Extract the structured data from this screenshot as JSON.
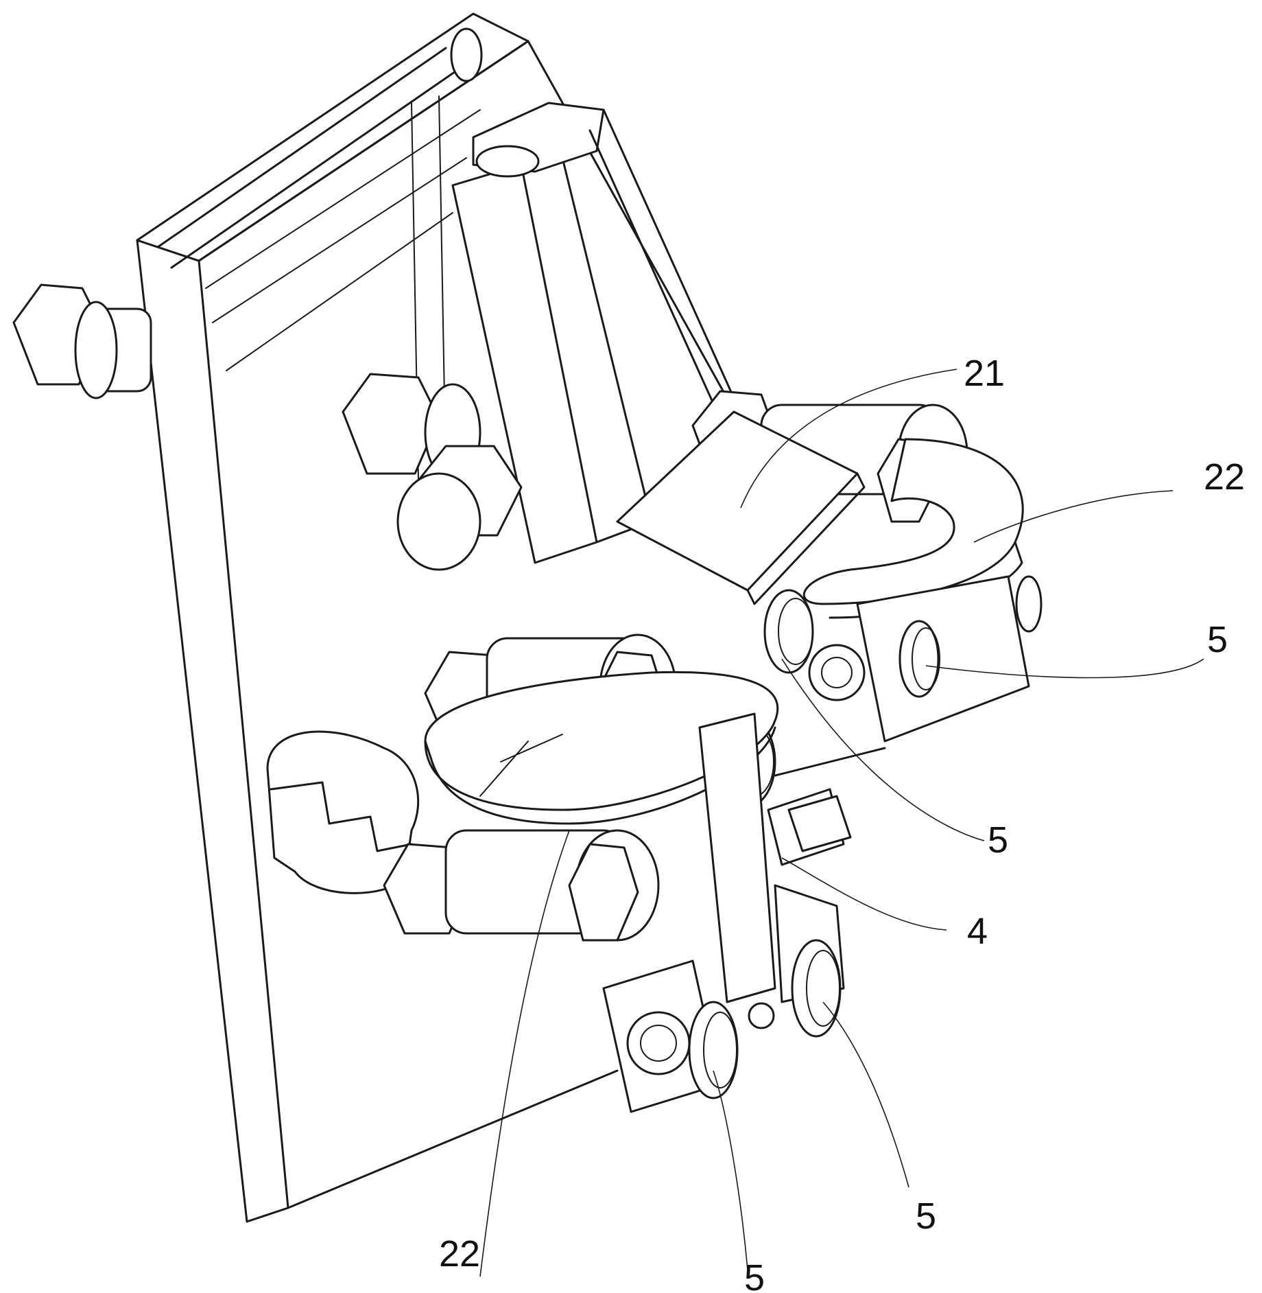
{
  "figure": {
    "callouts": [
      {
        "id": "c21",
        "text": "21"
      },
      {
        "id": "c22a",
        "text": "22"
      },
      {
        "id": "c5a",
        "text": "5"
      },
      {
        "id": "c5b",
        "text": "5"
      },
      {
        "id": "c4",
        "text": "4"
      },
      {
        "id": "c22b",
        "text": "22"
      },
      {
        "id": "c5c",
        "text": "5"
      },
      {
        "id": "c5d",
        "text": "5"
      }
    ]
  }
}
